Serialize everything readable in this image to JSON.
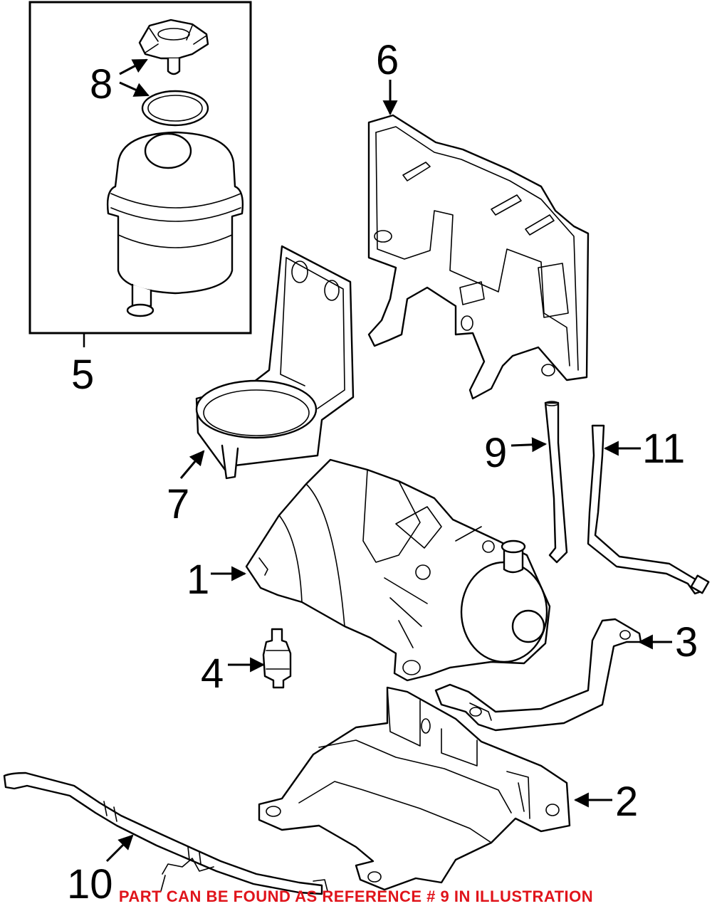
{
  "callouts": {
    "c1": "1",
    "c2": "2",
    "c3": "3",
    "c4": "4",
    "c5": "5",
    "c6": "6",
    "c7": "7",
    "c8": "8",
    "c9": "9",
    "c10": "10",
    "c11": "11"
  },
  "notice": "PART CAN BE FOUND AS REFERENCE # 9 IN ILLUSTRATION",
  "colors": {
    "line": "#000000",
    "background": "#ffffff",
    "notice": "#e0141b"
  }
}
